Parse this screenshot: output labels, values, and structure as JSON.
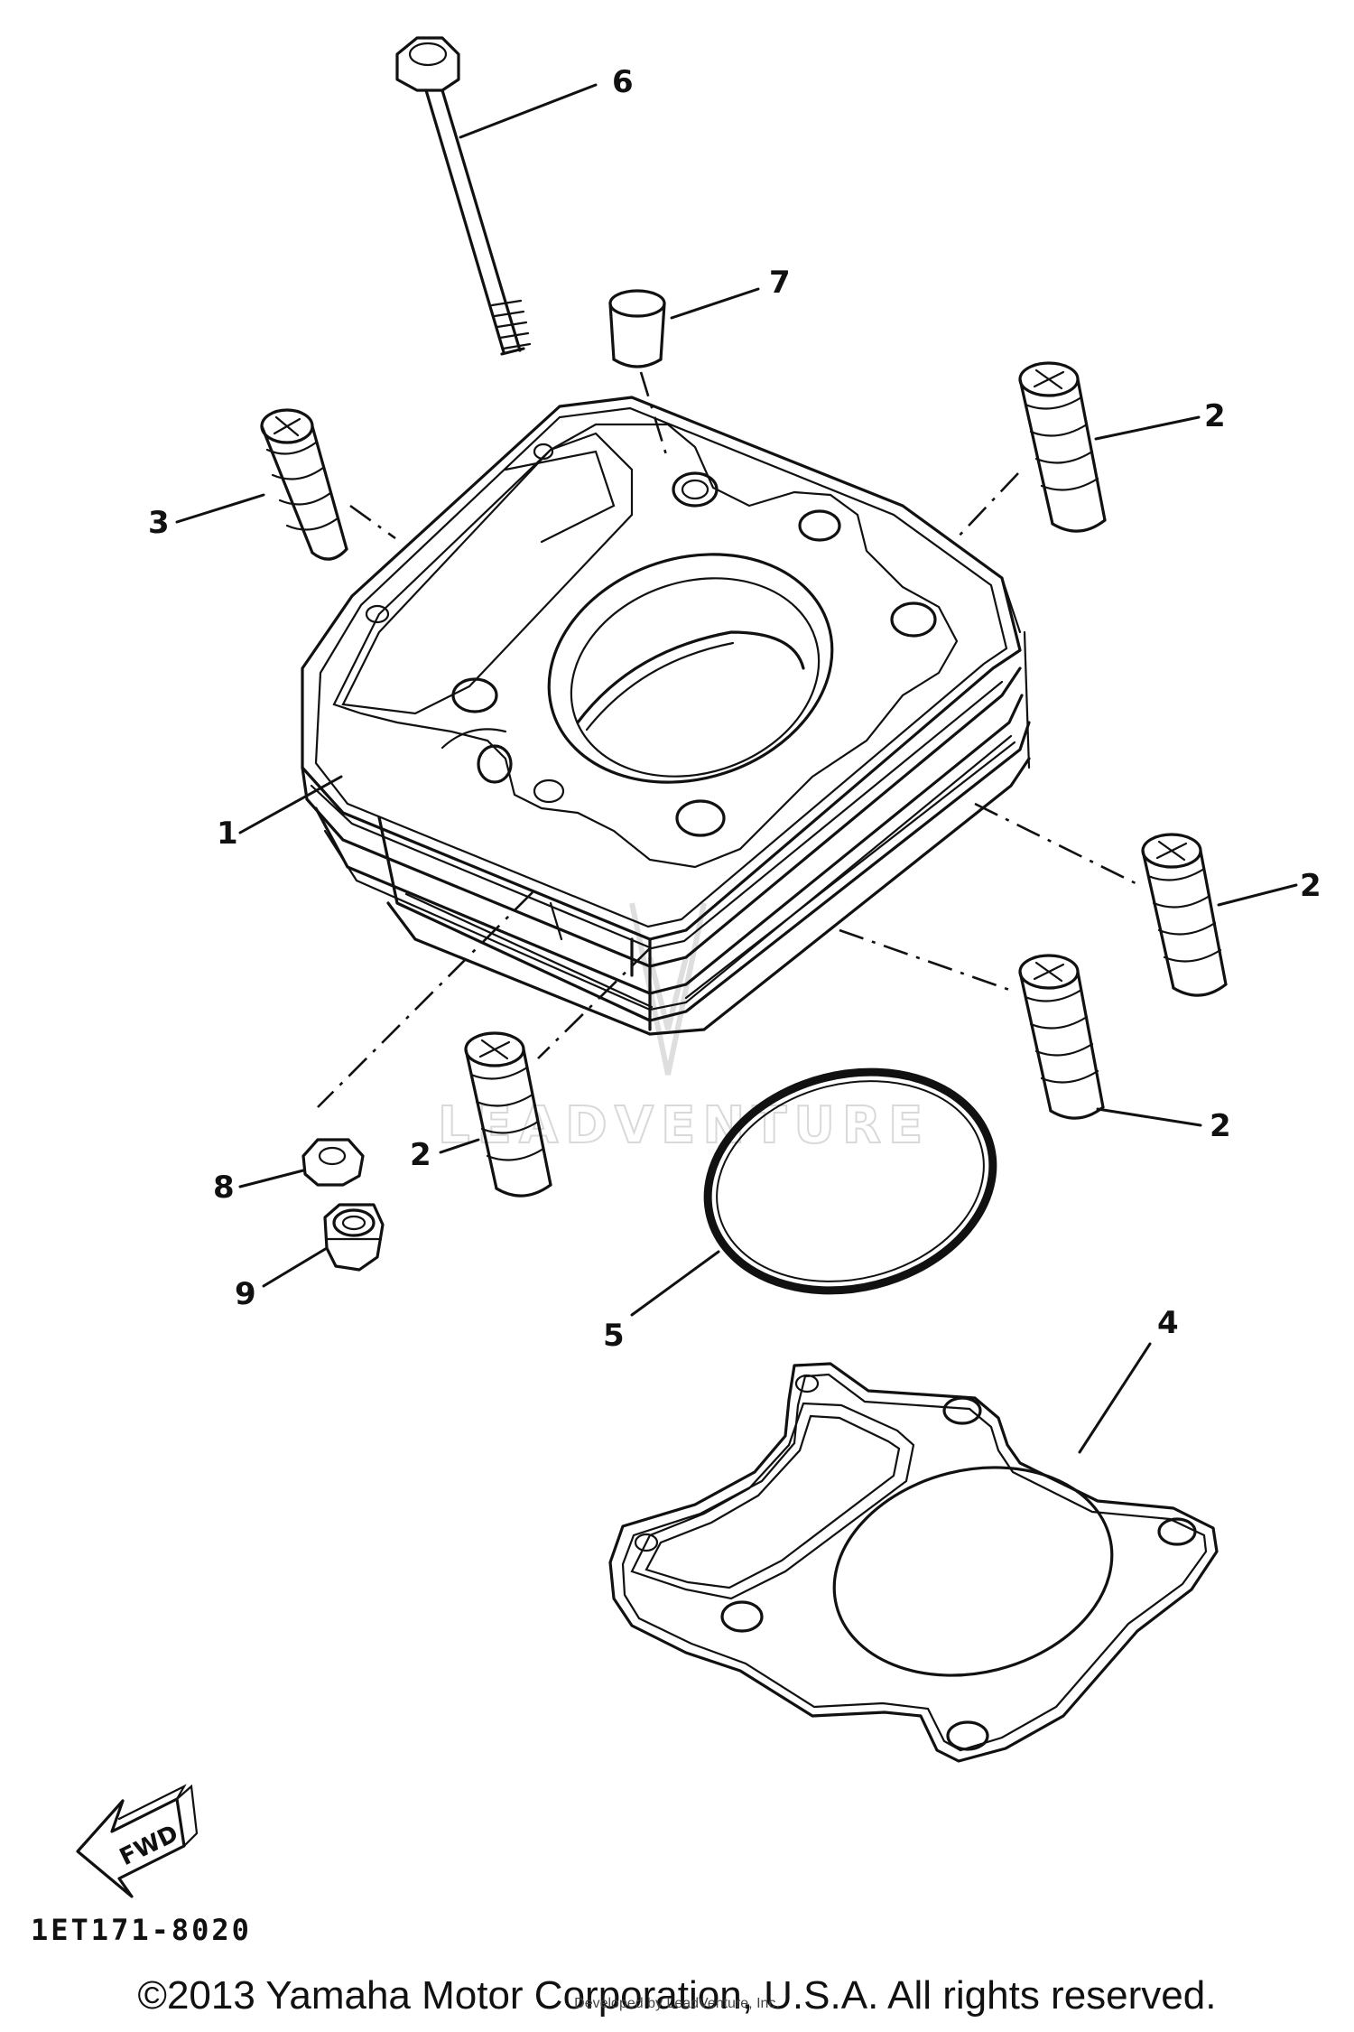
{
  "diagram": {
    "callouts": [
      {
        "id": "c6",
        "label": "6"
      },
      {
        "id": "c7",
        "label": "7"
      },
      {
        "id": "c3",
        "label": "3"
      },
      {
        "id": "c2a",
        "label": "2"
      },
      {
        "id": "c1",
        "label": "1"
      },
      {
        "id": "c2b",
        "label": "2"
      },
      {
        "id": "c2c",
        "label": "2"
      },
      {
        "id": "c2d",
        "label": "2"
      },
      {
        "id": "c8",
        "label": "8"
      },
      {
        "id": "c9",
        "label": "9"
      },
      {
        "id": "c5",
        "label": "5"
      },
      {
        "id": "c4",
        "label": "4"
      }
    ],
    "watermark": "LEADVENTURE",
    "fwd_label": "FWD",
    "diagram_code": "1ET171-8020"
  },
  "footer": {
    "copyright": "©2013 Yamaha Motor Corporation, U.S.A. All rights reserved.",
    "credit": "Developed by LeadVenture, Inc."
  }
}
